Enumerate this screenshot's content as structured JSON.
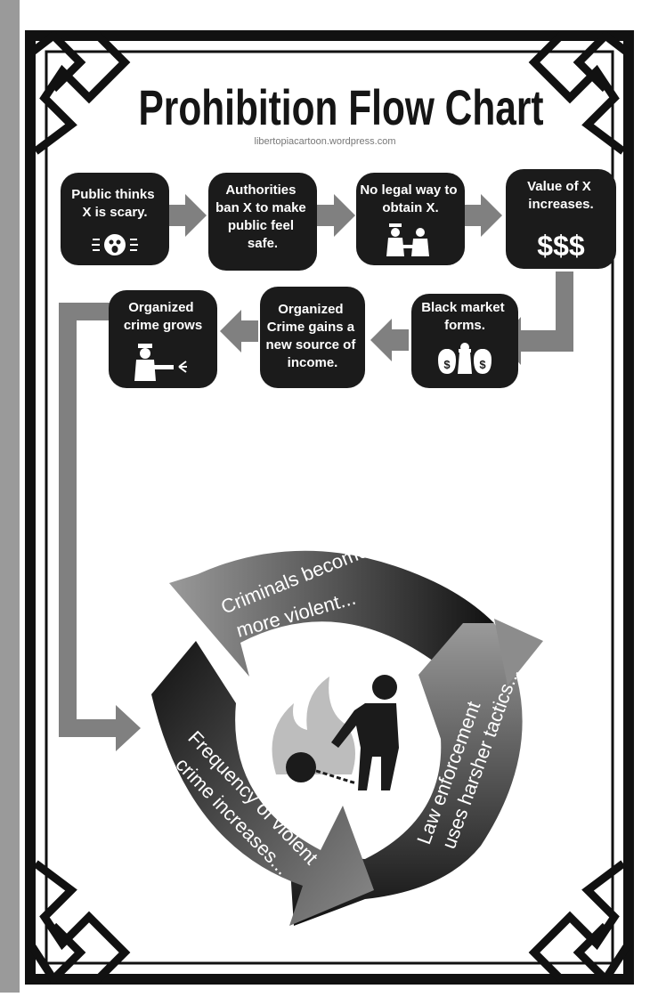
{
  "title": "Prohibition Flow Chart",
  "source": "libertopiacartoon.wordpress.com",
  "colors": {
    "box": "#1b1b1b",
    "arrow": "#808080",
    "background": "#ffffff",
    "frame": "#111111"
  },
  "steps": [
    {
      "lines": [
        "Public thinks",
        "X is scary."
      ],
      "icon": "scared-face-icon"
    },
    {
      "lines": [
        "Authorities",
        "ban X to make",
        "public feel",
        "safe."
      ]
    },
    {
      "lines": [
        "No legal way to",
        "obtain X."
      ],
      "icon": "police-arrest-icon"
    },
    {
      "lines": [
        "Value of X",
        "increases."
      ],
      "glyph": "$$$"
    },
    {
      "lines": [
        "Black market",
        "forms."
      ],
      "icon": "money-bags-icon"
    },
    {
      "lines": [
        "Organized",
        "Crime gains a",
        "new source of",
        "income."
      ]
    },
    {
      "lines": [
        "Organized",
        "crime grows"
      ],
      "icon": "gangster-gun-icon"
    }
  ],
  "cycle": [
    {
      "text": "Criminals become",
      "text2": "more violent..."
    },
    {
      "text": "Law enforcement",
      "text2": "uses harsher tactics..."
    },
    {
      "text": "Frequency of violent",
      "text2": "crime increases..."
    }
  ],
  "center_icon": "ball-and-chain-fire-icon"
}
